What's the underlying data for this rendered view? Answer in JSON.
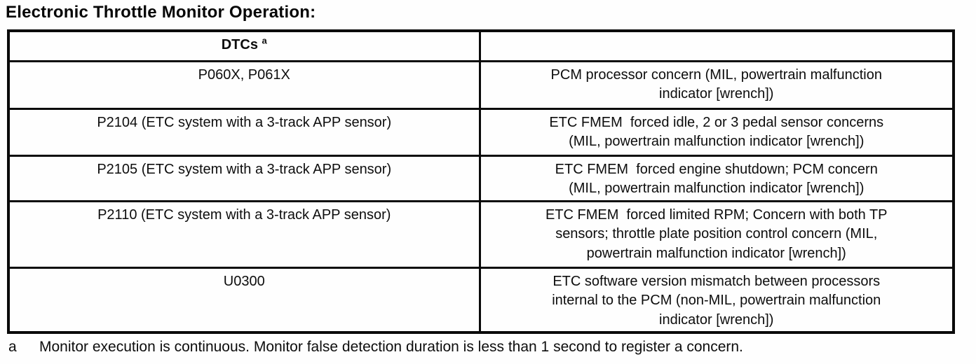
{
  "page": {
    "title": "Electronic Throttle Monitor Operation:"
  },
  "table": {
    "header": {
      "dtcs_label": "DTCs",
      "dtcs_footnote_marker": "a",
      "description_label": ""
    },
    "rows": [
      {
        "dtc": "P060X, P061X",
        "description": "PCM processor concern (MIL, powertrain malfunction\nindicator [wrench])"
      },
      {
        "dtc": "P2104 (ETC system with a 3-track APP sensor)",
        "description": "ETC FMEM  forced idle, 2 or 3 pedal sensor concerns\n(MIL, powertrain malfunction indicator [wrench])"
      },
      {
        "dtc": "P2105 (ETC system with a 3-track APP sensor)",
        "description": "ETC FMEM  forced engine shutdown; PCM concern\n(MIL, powertrain malfunction indicator [wrench])"
      },
      {
        "dtc": "P2110 (ETC system with a 3-track APP sensor)",
        "description": "ETC FMEM  forced limited RPM; Concern with both TP\nsensors; throttle plate position control concern (MIL,\npowertrain malfunction indicator [wrench])"
      },
      {
        "dtc": "U0300",
        "description": "ETC software version mismatch between processors\ninternal to the PCM (non-MIL, powertrain malfunction\nindicator [wrench])"
      }
    ]
  },
  "footnote": {
    "marker": "a",
    "text": "Monitor execution is continuous. Monitor false detection duration is less than 1 second to register a concern."
  }
}
